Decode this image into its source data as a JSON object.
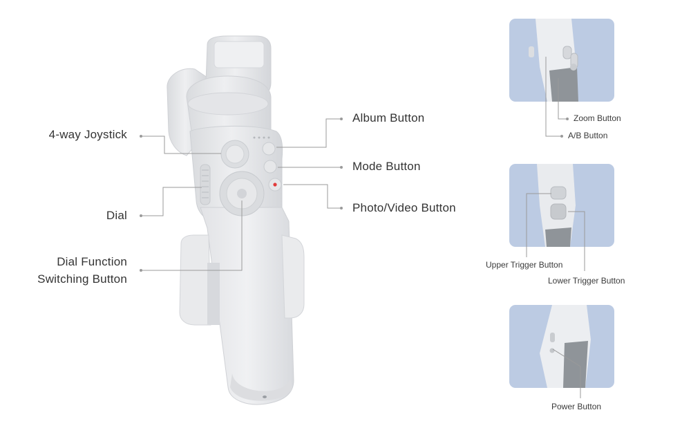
{
  "labels": {
    "joystick": "4-way Joystick",
    "dial": "Dial",
    "dial_switch_line1": "Dial Function",
    "dial_switch_line2": "Switching Button",
    "album": "Album Button",
    "mode": "Mode Button",
    "photo_video": "Photo/Video Button",
    "zoom": "Zoom Button",
    "ab": "A/B Button",
    "upper_trigger": "Upper Trigger Button",
    "lower_trigger": "Lower Trigger Button",
    "power": "Power Button"
  },
  "colors": {
    "panel_bg": "#bccbe3",
    "device_body": "#e8e9eb",
    "device_shade": "#d3d5d9",
    "grip_dark": "#8f9499",
    "record_dot": "#e23a3a",
    "leader_line": "#9a9a9a"
  }
}
